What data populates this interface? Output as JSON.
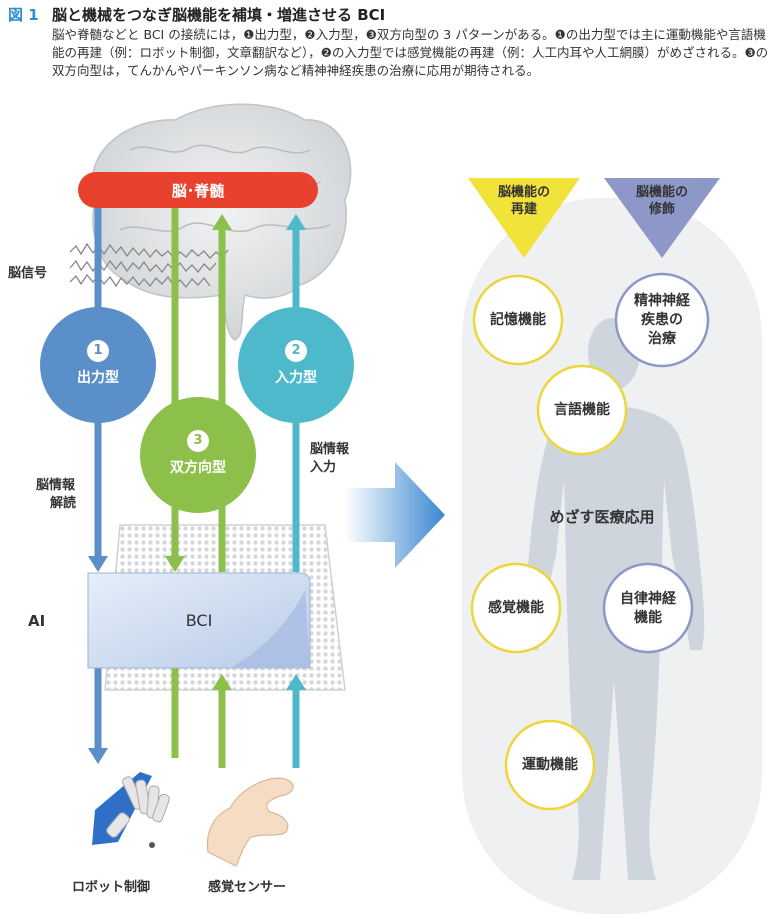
{
  "caption": {
    "fig_label": "図 1",
    "title": "脳と機械をつなぎ脳機能を補填・増進させる BCI",
    "body": "脳や脊髄などと BCI の接続には，❶出力型，❷入力型，❸双方向型の 3 パターンがある。❶の出力型では主に運動機能や言語機能の再建（例：ロボット制御，文章翻訳など），❷の入力型では感覚機能の再建（例：人工内耳や人工網膜）がめざされる。❸の双方向型は，てんかんやパーキンソン病など精神神経疾患の治療に応用が期待される。"
  },
  "left": {
    "brain_bar": "脳･脊髄",
    "brain_signal": "脳信号",
    "output": {
      "num": "1",
      "label": "出力型"
    },
    "bidirectional": {
      "num": "3",
      "label": "双方向型"
    },
    "input": {
      "num": "2",
      "label": "入力型"
    },
    "decode_l1": "脳情報",
    "decode_l2": "解読",
    "input_info_l1": "脳情報",
    "input_info_l2": "入力",
    "ai": "AI",
    "bci": "BCI",
    "robot": "ロボット制御",
    "sensor": "感覚センサー"
  },
  "right": {
    "restore_l1": "脳機能の",
    "restore_l2": "再建",
    "modify_l1": "脳機能の",
    "modify_l2": "修飾",
    "goal": "めざす医療応用",
    "memory": "記憶機能",
    "language": "言語機能",
    "sensory": "感覚機能",
    "motor": "運動機能",
    "psych_l1": "精神神経",
    "psych_l2": "疾患の",
    "psych_l3": "治療",
    "autonomic_l1": "自律神経",
    "autonomic_l2": "機能"
  },
  "colors": {
    "output": "#5b8fc9",
    "bidirectional": "#8cc04b",
    "input": "#4fb9cc",
    "brain_bar": "#e8412e",
    "restore": "#f2e33a",
    "modify": "#8e98c8"
  }
}
